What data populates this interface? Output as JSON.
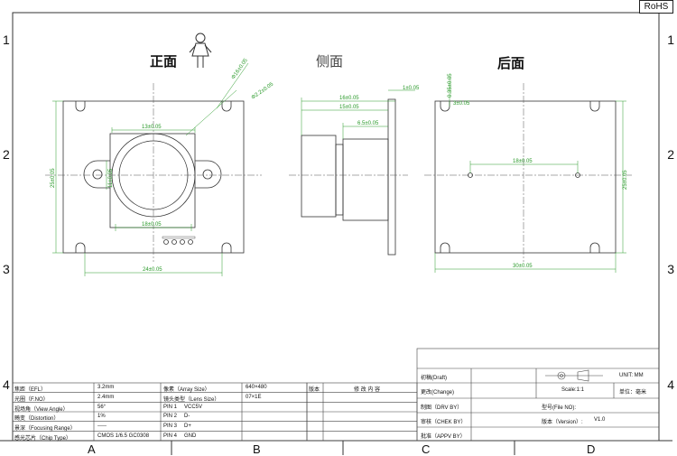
{
  "badge": "RoHS",
  "row_numbers": [
    "1",
    "2",
    "3",
    "4"
  ],
  "col_letters": [
    "A",
    "B",
    "C",
    "D"
  ],
  "views": {
    "front": "正面",
    "side": "侧面",
    "back": "后面"
  },
  "dimensions": {
    "d1": "Φ16±0.05",
    "d2": "Φ2.2±0.05",
    "d3": "13±0.05",
    "d4": "11±0.05",
    "d5": "18±0.05",
    "d6": "25±0.05",
    "d7": "24±0.05",
    "d8": "16±0.05",
    "d9": "15±0.05",
    "d10": "6.5±0.05",
    "d11": "1±0.05",
    "d12": "0.35±0.05",
    "d13": "3±0.05",
    "d14": "18±0.05",
    "d15": "25±0.05",
    "d16": "30±0.05"
  },
  "specs": [
    {
      "label": "焦距（EFL）",
      "value": "3.2mm"
    },
    {
      "label": "光圈（F.NO）",
      "value": "2.4mm"
    },
    {
      "label": "视场角（View Angle）",
      "value": "56°"
    },
    {
      "label": "畸变（Distortion）",
      "value": "1%"
    },
    {
      "label": "景深（Focusing Range）",
      "value": "-----"
    },
    {
      "label": "感光芯片（Chip Type）",
      "value": "CMOS 1/6.5 GC0308"
    }
  ],
  "specs2": [
    {
      "label": "像素（Array Size）",
      "value": "640×480"
    },
    {
      "label": "镜头类型（Lens Size）",
      "value": "07×1E"
    },
    {
      "label": "PIN 1",
      "value": "VCC5V"
    },
    {
      "label": "PIN 2",
      "value": "D-"
    },
    {
      "label": "PIN 3",
      "value": "D+"
    },
    {
      "label": "PIN 4",
      "value": "GND"
    }
  ],
  "revision": {
    "col1": "版本",
    "col2": "修 改 内 容"
  },
  "titleblock": {
    "draft": "初稿(Draft)",
    "change": "更改(Change)",
    "drw": "制图（DRV BY）",
    "chek": "审核（CHEK BY）",
    "appv": "批准（APPV BY）",
    "unit": "UNIT: MM",
    "scale": "Scale:1:1",
    "unit_cn": "单位：毫米",
    "file_no": "型号(File NO):",
    "version_label": "版本（Version）:",
    "version_value": "V1.0"
  }
}
